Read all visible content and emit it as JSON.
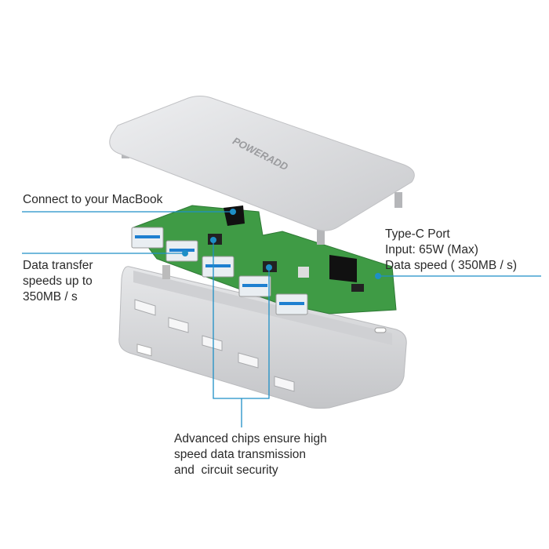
{
  "brand": "POWERADD",
  "callouts": {
    "macbook": {
      "text": "Connect to your MacBook"
    },
    "data_transfer": {
      "lines": [
        "Data transfer",
        "speeds up to",
        "350MB / s"
      ]
    },
    "type_c": {
      "lines": [
        "Type-C Port",
        "Input: 65W (Max)",
        "Data speed ( 350MB / s)"
      ]
    },
    "chips": {
      "lines": [
        "Advanced chips ensure high",
        "speed data transmission",
        "and  circuit security"
      ]
    }
  },
  "colors": {
    "accent": "#1e8fc6",
    "pcb": "#3f9b45",
    "aluminum": "#d9dadc"
  }
}
